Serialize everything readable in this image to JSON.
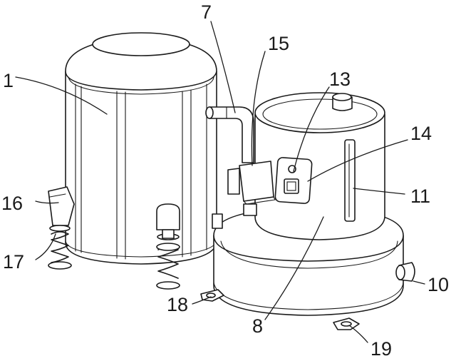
{
  "labels": {
    "l1": "1",
    "l7": "7",
    "l8": "8",
    "l10": "10",
    "l11": "11",
    "l13": "13",
    "l14": "14",
    "l15": "15",
    "l16": "16",
    "l17": "17",
    "l18": "18",
    "l19": "19"
  },
  "colors": {
    "line": "#1a1a1a",
    "background": "#ffffff"
  }
}
